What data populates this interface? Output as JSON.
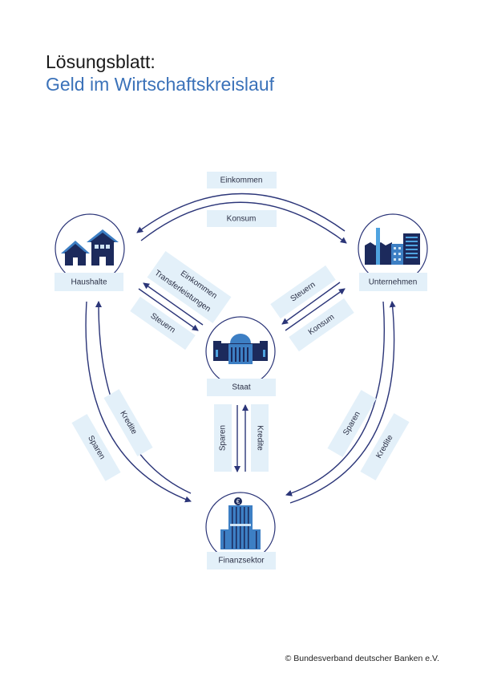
{
  "title": "Lösungsblatt:",
  "subtitle": "Geld im Wirtschaftskreislauf",
  "nodes": {
    "haushalte": "Haushalte",
    "unternehmen": "Unternehmen",
    "staat": "Staat",
    "finanzsektor": "Finanzsektor"
  },
  "flows": {
    "top_einkommen": "Einkommen",
    "top_konsum": "Konsum",
    "hh_staat_einkommen": "Einkommen",
    "hh_staat_transfer": "Transferleistungen",
    "hh_staat_steuern": "Steuern",
    "un_staat_steuern": "Steuern",
    "un_staat_konsum": "Konsum",
    "hh_fin_kredite": "Kredite",
    "hh_fin_sparen": "Sparen",
    "staat_fin_sparen": "Sparen",
    "staat_fin_kredite": "Kredite",
    "un_fin_sparen": "Sparen",
    "un_fin_kredite": "Kredite"
  },
  "footer": "© Bundesverband deutscher Banken e.V.",
  "colors": {
    "navy": "#1c2a5c",
    "blue": "#3d7fc4",
    "light": "#4fa3e0",
    "box": "#e3f0f9",
    "arrow": "#2b3578"
  }
}
